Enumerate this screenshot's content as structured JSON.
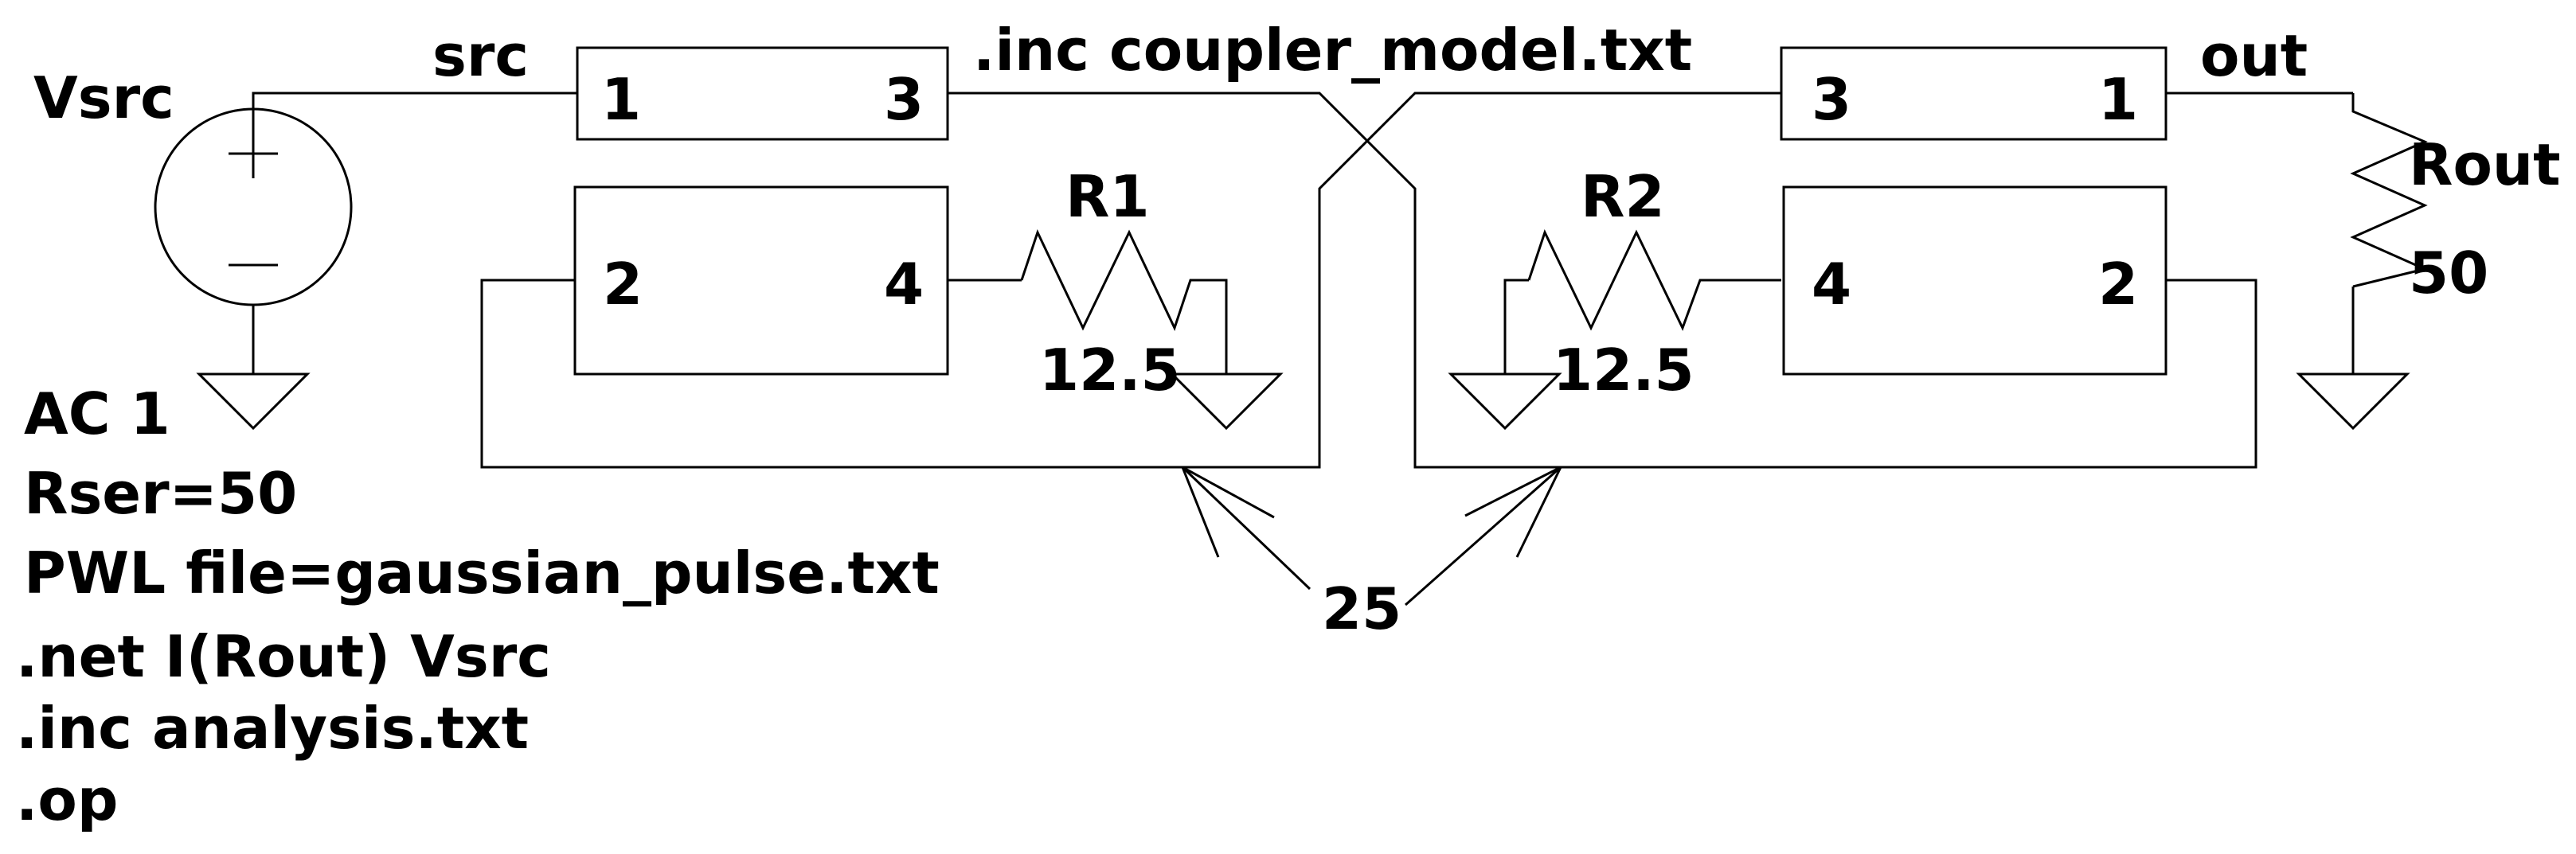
{
  "schematic": {
    "net_labels": {
      "src": "src",
      "out": "out"
    },
    "source": {
      "name": "Vsrc",
      "line1": "AC 1",
      "line2": "Rser=50",
      "line3": "PWL file=gaussian_pulse.txt"
    },
    "directives": {
      "include_model": ".inc coupler_model.txt",
      "net": ".net I(Rout) Vsrc",
      "include_analysis": ".inc analysis.txt",
      "op": ".op"
    },
    "couplers": [
      {
        "pins": [
          "1",
          "3",
          "2",
          "4"
        ]
      },
      {
        "pins": [
          "3",
          "1",
          "4",
          "2"
        ]
      }
    ],
    "resistors": {
      "r1": {
        "name": "R1",
        "value": "12.5"
      },
      "r2": {
        "name": "R2",
        "value": "12.5"
      },
      "rout": {
        "name": "Rout",
        "value": "50"
      }
    },
    "shared_value": "25",
    "colors": {
      "ink": "#000000",
      "background": "#ffffff"
    }
  }
}
